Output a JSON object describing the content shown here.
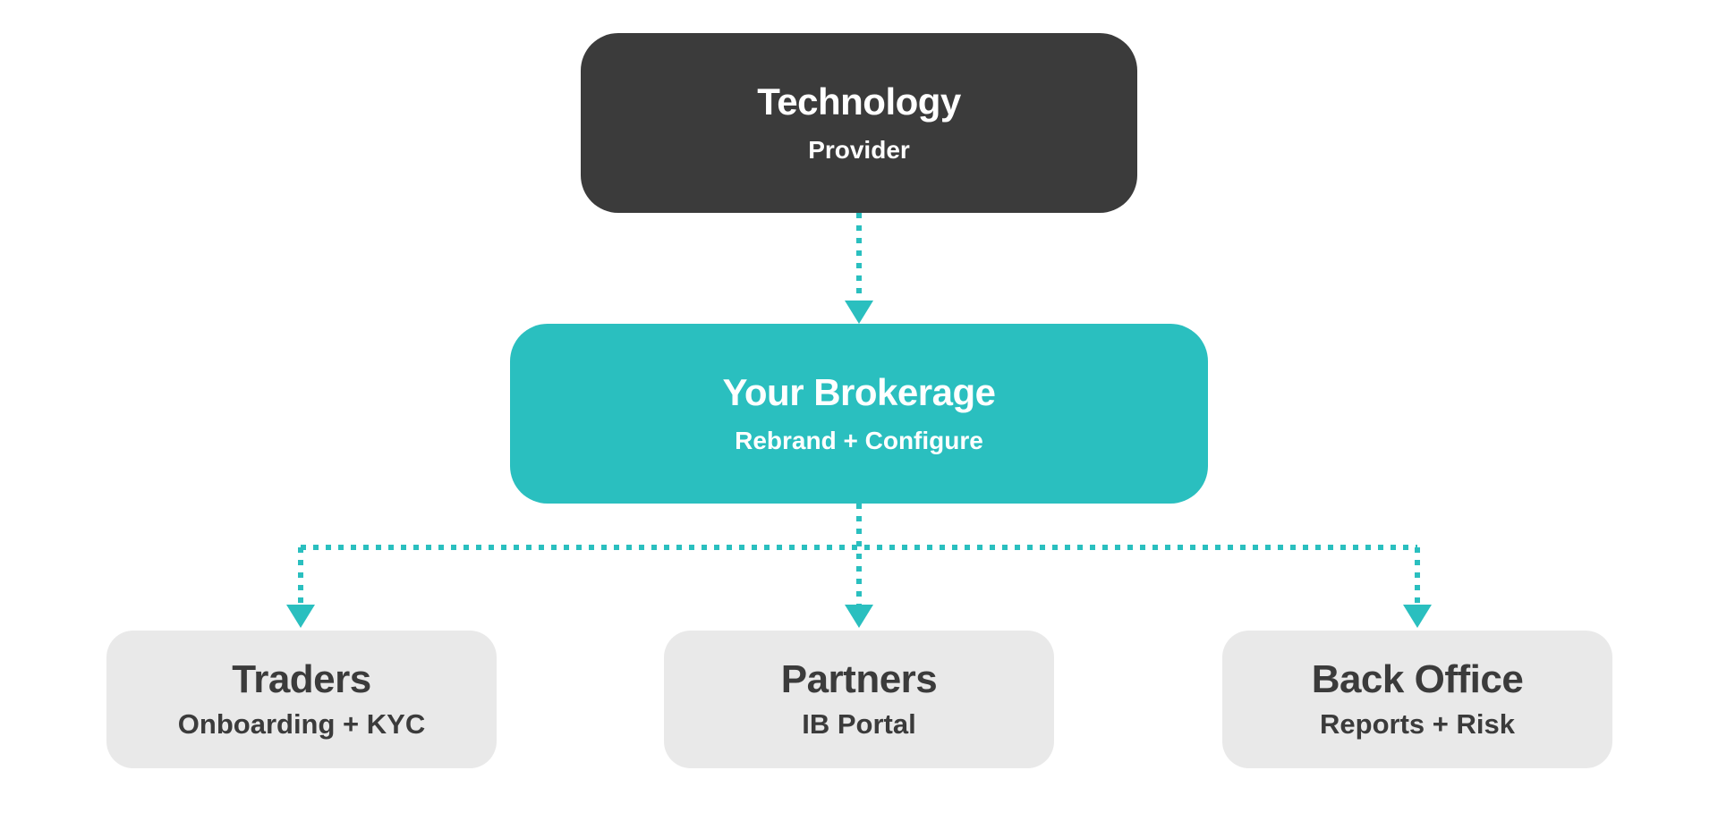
{
  "theme": {
    "accent_color": "#2ABFBF",
    "dark_color": "#3B3B3B",
    "light_color": "#E9E9E9",
    "background_color": "#FFFFFF",
    "text_on_dark": "#FFFFFF",
    "text_on_light": "#3B3B3B"
  },
  "nodes": {
    "technology": {
      "title": "Technology",
      "subtitle": "Provider"
    },
    "brokerage": {
      "title": "Your Brokerage",
      "subtitle": "Rebrand + Configure"
    },
    "traders": {
      "title": "Traders",
      "subtitle": "Onboarding + KYC"
    },
    "partners": {
      "title": "Partners",
      "subtitle": "IB Portal"
    },
    "backoffice": {
      "title": "Back Office",
      "subtitle": "Reports + Risk"
    }
  },
  "edges": [
    {
      "from": "technology",
      "to": "brokerage",
      "style": "dotted-arrow"
    },
    {
      "from": "brokerage",
      "to": "traders",
      "style": "dotted-arrow"
    },
    {
      "from": "brokerage",
      "to": "partners",
      "style": "dotted-arrow"
    },
    {
      "from": "brokerage",
      "to": "backoffice",
      "style": "dotted-arrow"
    }
  ]
}
